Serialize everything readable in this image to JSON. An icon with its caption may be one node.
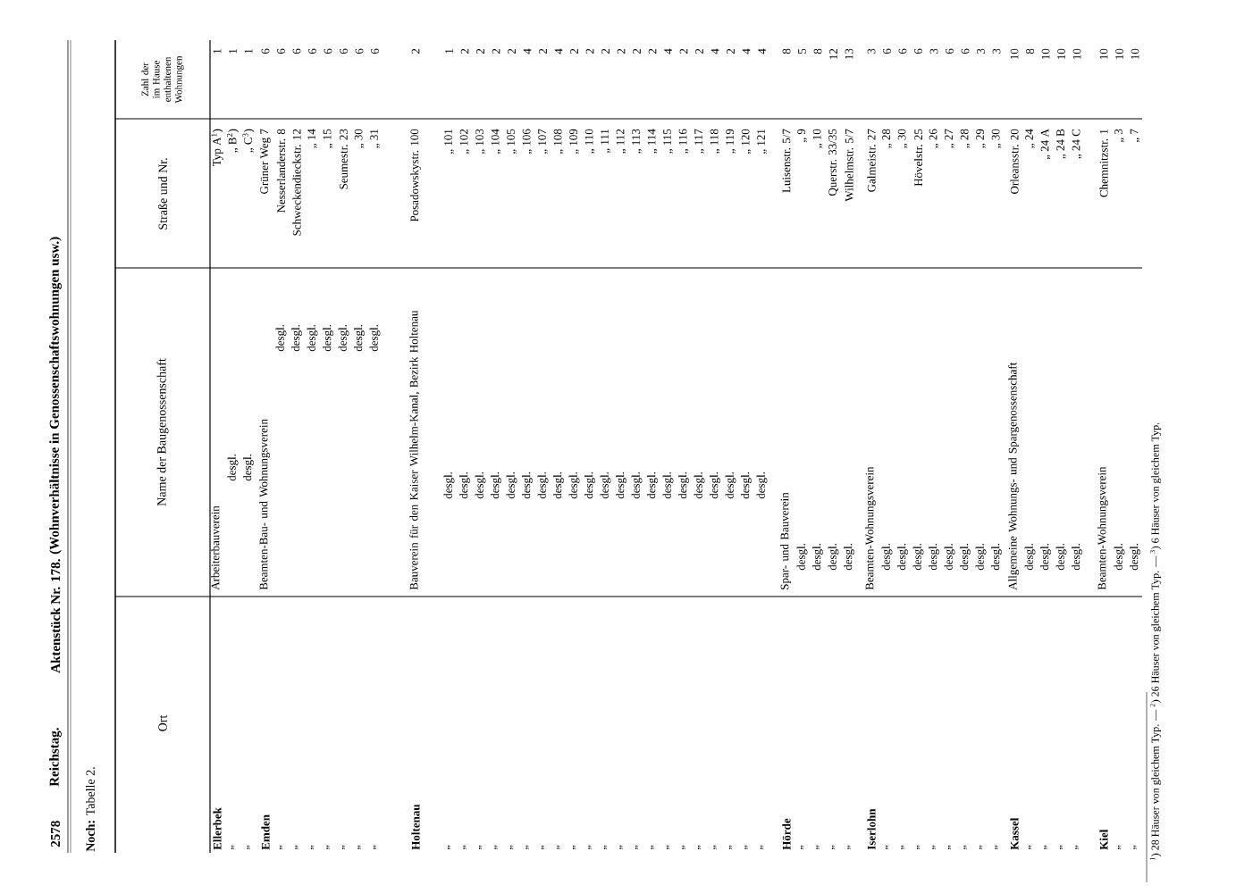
{
  "diagram": {
    "labels": [
      "2578",
      "Reichstag.",
      "Aktenstück Nr. 178.",
      "(Wohnverhältnisse in Genossenschaftswohnungen usw.)",
      "**Noch:** Tabelle 2.",
      "Ort",
      "Name der Baugenossenschaft",
      "Straße und Nr.",
      "Zahl der im Hause enthaltenen Wohnungen",
      "Ellerbek",
      "Arbeiterbauverein",
      "Typ A$^{1}$)",
      "1",
      "„",
      "desgl.",
      "„ B$^{2}$)",
      "1",
      "„",
      "desgl.",
      "„ C$^{3}$)",
      "1",
      "Emden",
      "Beamten-Bau- und Wohnungsverein",
      "Grüner Weg 7",
      "6",
      "„",
      "desgl.",
      "Nesserlanderstr. 8",
      "6",
      "„",
      "desgl.",
      "Schweckendieckstr. 12",
      "6",
      "„",
      "desgl.",
      "„ 14",
      "6",
      "„",
      "desgl.",
      "„ 15",
      "6",
      "„",
      "desgl.",
      "Seumestr. 23",
      "6",
      "„",
      "desgl.",
      "„ 30",
      "6",
      "„",
      "desgl.",
      "„ 31",
      "6",
      "Holtenau",
      "Bauverein für den Kaiser Wilhelm-Kanal, Bezirk Holtenau",
      "Posadowskystr. 100",
      "2",
      "„",
      "desgl.",
      "„ 101",
      "1",
      "„",
      "desgl.",
      "„ 102",
      "2",
      "„",
      "desgl.",
      "„ 103",
      "2",
      "„",
      "desgl.",
      "„ 104",
      "2",
      "„",
      "desgl.",
      "„ 105",
      "2",
      "„",
      "desgl.",
      "„ 106",
      "4",
      "„",
      "desgl.",
      "„ 107",
      "2",
      "„",
      "desgl.",
      "„ 108",
      "4",
      "„",
      "desgl.",
      "„ 109",
      "2",
      "„",
      "desgl.",
      "„ 110",
      "2",
      "„",
      "desgl.",
      "„ 111",
      "2",
      "„",
      "desgl.",
      "„ 112",
      "2",
      "„",
      "desgl.",
      "„ 113",
      "2",
      "„",
      "desgl.",
      "„ 114",
      "2",
      "„",
      "desgl.",
      "„ 115",
      "4",
      "„",
      "desgl.",
      "„ 116",
      "2",
      "„",
      "desgl.",
      "„ 117",
      "2",
      "„",
      "desgl.",
      "„ 118",
      "4",
      "„",
      "desgl.",
      "„ 119",
      "2",
      "„",
      "desgl.",
      "„ 120",
      "4",
      "„",
      "desgl.",
      "„ 121",
      "4",
      "Hörde",
      "Spar- und Bauverein",
      "Luisenstr. 5/7",
      "8",
      "„",
      "desgl.",
      "„ 9",
      "5",
      "„",
      "desgl.",
      "„ 10",
      "8",
      "„",
      "desgl.",
      "Querstr. 33/35",
      "12",
      "„",
      "desgl.",
      "Wilhelmstr. 5/7",
      "13",
      "Iserlohn",
      "Beamten-Wohnungsverein",
      "Galmeistr. 27",
      "3",
      "„",
      "desgl.",
      "„ 28",
      "6",
      "„",
      "desgl.",
      "„ 30",
      "6",
      "„",
      "desgl.",
      "Hövelstr. 25",
      "6",
      "„",
      "desgl.",
      "„ 26",
      "3",
      "„",
      "desgl.",
      "„ 27",
      "6",
      "„",
      "desgl.",
      "„ 28",
      "6",
      "„",
      "desgl.",
      "„ 29",
      "3",
      "„",
      "desgl.",
      "„ 30",
      "3",
      "Kassel",
      "Allgemeine Wohnungs- und Spargenossenschaft",
      "Orleansstr. 20",
      "10",
      "„",
      "desgl.",
      "„ 24",
      "8",
      "„",
      "desgl.",
      "„ 24 A",
      "10",
      "„",
      "desgl.",
      "„ 24 B",
      "10",
      "„",
      "desgl.",
      "„ 24 C",
      "10",
      "Kiel",
      "Beamten-Wohnungsverein",
      "Chemnitzstr. 1",
      "10",
      "„",
      "desgl.",
      "„ 3",
      "10",
      "„",
      "desgl.",
      "„ 7",
      "10",
      "$^{1}$) 28 Häuser von gleichem Typ. — $^{2}$) 26 Häuser von gleichem Typ. — $^{3}$) 6 Häuser von gleichem Typ."
    ]
  }
}
